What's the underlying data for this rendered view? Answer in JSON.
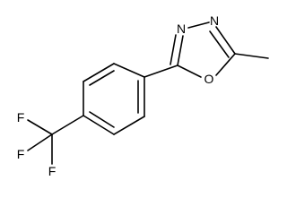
{
  "molecule": {
    "atoms": {
      "n3": "N",
      "n4": "N",
      "o1": "O",
      "f1": "F",
      "f2": "F",
      "f3": "F"
    }
  }
}
